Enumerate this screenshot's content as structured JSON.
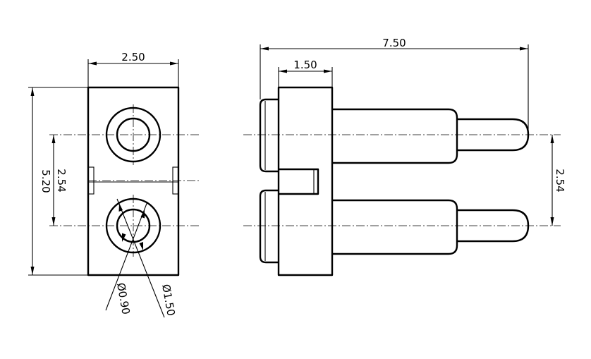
{
  "dimensions": {
    "front_width": "2.50",
    "front_height": "5.20",
    "front_pitch": "2.54",
    "inner_diameter": "Ø0.90",
    "outer_diameter": "Ø1.50",
    "side_length": "7.50",
    "flange_width": "1.50",
    "side_pitch": "2.54"
  }
}
